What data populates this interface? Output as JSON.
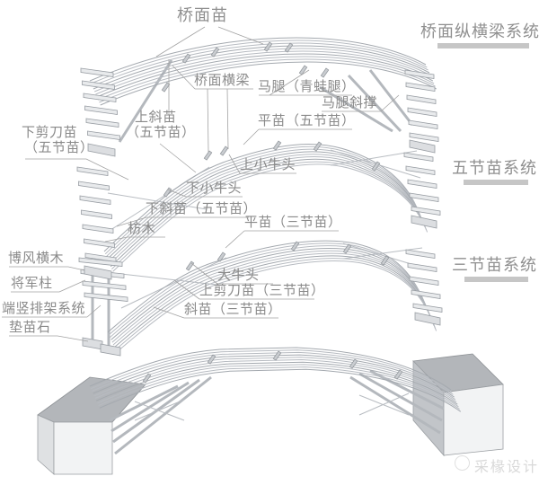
{
  "diagram": {
    "section_titles": {
      "deck_system": "桥面纵横梁系统",
      "five_pole_system": "五节苗系统",
      "three_pole_system": "三节苗系统"
    },
    "part_labels": {
      "deck_poles": "桥面苗",
      "deck_crossbeam": "桥面横梁",
      "horse_leg": "马腿（青蛙腿）",
      "horse_leg_brace": "马腿斜撑",
      "upper_diagonal_five_l1": "上斜苗",
      "upper_diagonal_five_l2": "（五节苗）",
      "flat_pole_five": "平苗（五节苗）",
      "lower_scissor_five_l1": "下剪刀苗",
      "lower_scissor_five_l2": "（五节苗）",
      "upper_small_bullhead": "上小牛头",
      "lower_small_bullhead": "下小牛头",
      "lower_diagonal_five": "下斜苗（五节苗）",
      "fang_timber": "枋木",
      "flat_pole_three": "平苗（三节苗）",
      "gable_crossbeam": "博风横木",
      "general_post": "将军柱",
      "big_bullhead": "大牛头",
      "end_vertical_frame": "端竖排架系统",
      "upper_scissor_three": "上剪刀苗（三节苗）",
      "diagonal_three": "斜苗（三节苗）",
      "cushion_stone": "垫苗石"
    },
    "watermark": "采椽设计",
    "colors": {
      "label_text": "#8a8a8a",
      "title_underline": "#c6c6c6",
      "timber_line": "#b2b6bc",
      "pier_top": "#b3b6ba",
      "pier_front": "#f2f3f4"
    }
  }
}
